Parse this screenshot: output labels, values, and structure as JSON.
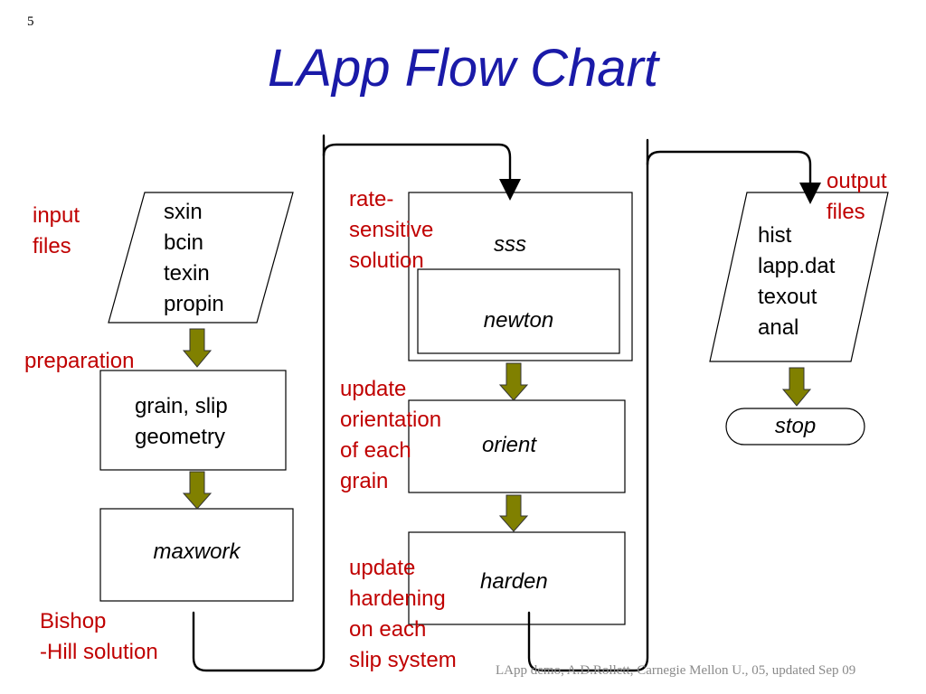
{
  "slide_number": "5",
  "title": "LApp Flow Chart",
  "input_block": {
    "label_lines": [
      "input",
      "files"
    ],
    "files": [
      "sxin",
      "bcin",
      "texin",
      "propin"
    ]
  },
  "preparation_label": "preparation",
  "geometry_box": {
    "lines": [
      "grain, slip",
      "geometry"
    ]
  },
  "maxwork_box": {
    "label": "maxwork"
  },
  "bishop_label": [
    "Bishop",
    "-Hill solution"
  ],
  "rate_label": [
    "rate-",
    "sensitive",
    "solution"
  ],
  "sss_box": {
    "label": "sss",
    "inner_label": "newton"
  },
  "orient_label": [
    "update",
    "orientation",
    "of each",
    "grain"
  ],
  "orient_box": {
    "label": "orient"
  },
  "harden_label": [
    "update",
    "hardening",
    "on each",
    "slip system"
  ],
  "harden_box": {
    "label": "harden"
  },
  "output_block": {
    "label_lines": [
      "output",
      "files"
    ],
    "files": [
      "hist",
      "lapp.dat",
      "texout",
      "anal"
    ]
  },
  "stop_box": {
    "label": "stop"
  },
  "footer": "LApp demo, A.D.Rollett, Carnegie Mellon U., 05, updated Sep 09",
  "colors": {
    "title": "#1a1aa8",
    "annotation": "#c00000",
    "arrow_fill": "#808000",
    "footer": "#8a8a8a"
  }
}
